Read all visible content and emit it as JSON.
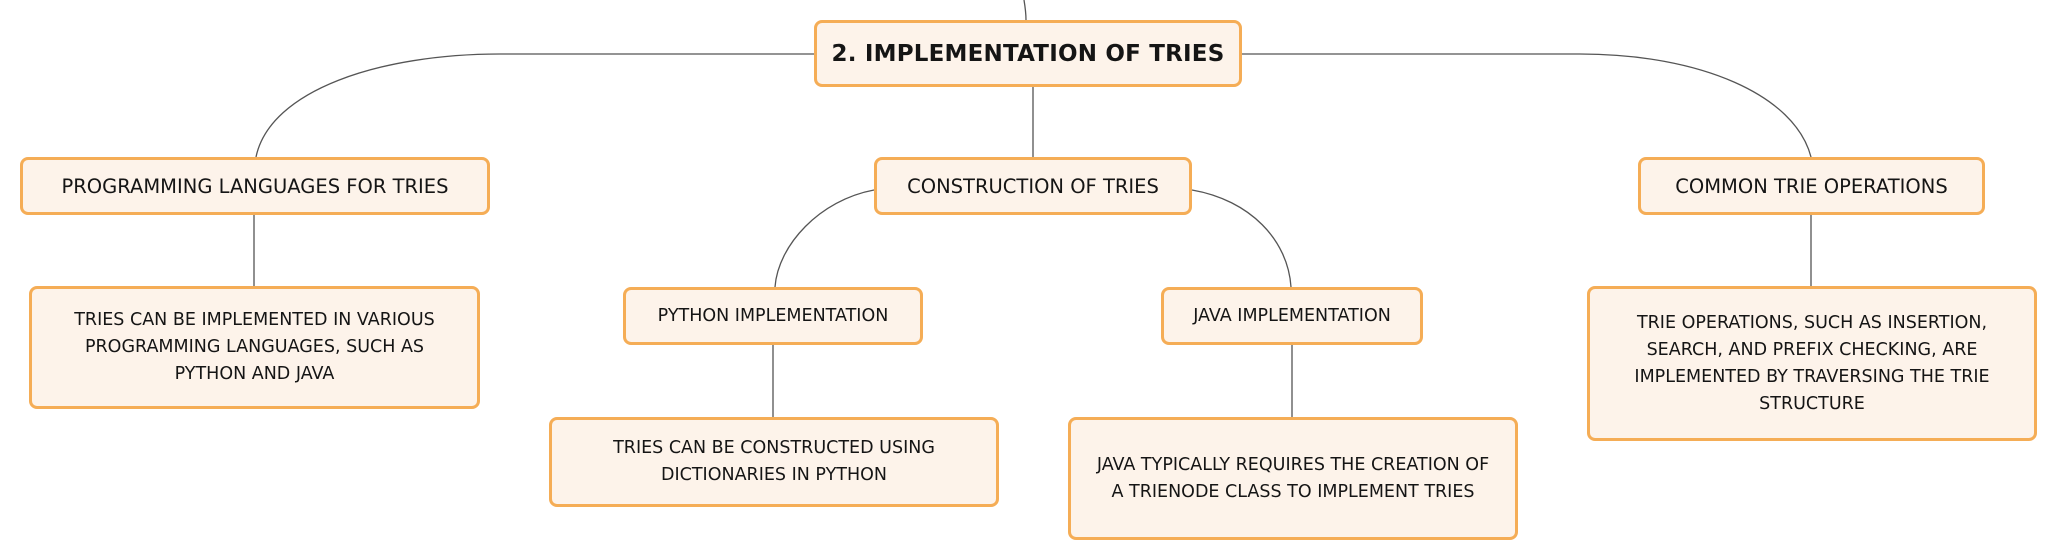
{
  "diagram": {
    "root": {
      "label": "2. IMPLEMENTATION OF TRIES"
    },
    "branches": [
      {
        "label": "PROGRAMMING LANGUAGES FOR TRIES",
        "detail": "TRIES CAN BE IMPLEMENTED IN VARIOUS PROGRAMMING LANGUAGES, SUCH AS PYTHON AND JAVA"
      },
      {
        "label": "CONSTRUCTION OF TRIES",
        "children": [
          {
            "label": "PYTHON IMPLEMENTATION",
            "detail": "TRIES CAN BE CONSTRUCTED USING DICTIONARIES IN PYTHON"
          },
          {
            "label": "JAVA IMPLEMENTATION",
            "detail": "JAVA TYPICALLY REQUIRES THE CREATION OF A TRIENODE CLASS TO IMPLEMENT TRIES"
          }
        ]
      },
      {
        "label": "COMMON TRIE OPERATIONS",
        "detail": "TRIE OPERATIONS, SUCH AS INSERTION, SEARCH, AND PREFIX CHECKING, ARE IMPLEMENTED BY TRAVERSING THE TRIE STRUCTURE"
      }
    ]
  },
  "colors": {
    "node_border": "#f5ad56",
    "node_fill": "#fdf3ea",
    "connector": "#555555",
    "text": "#151515"
  }
}
